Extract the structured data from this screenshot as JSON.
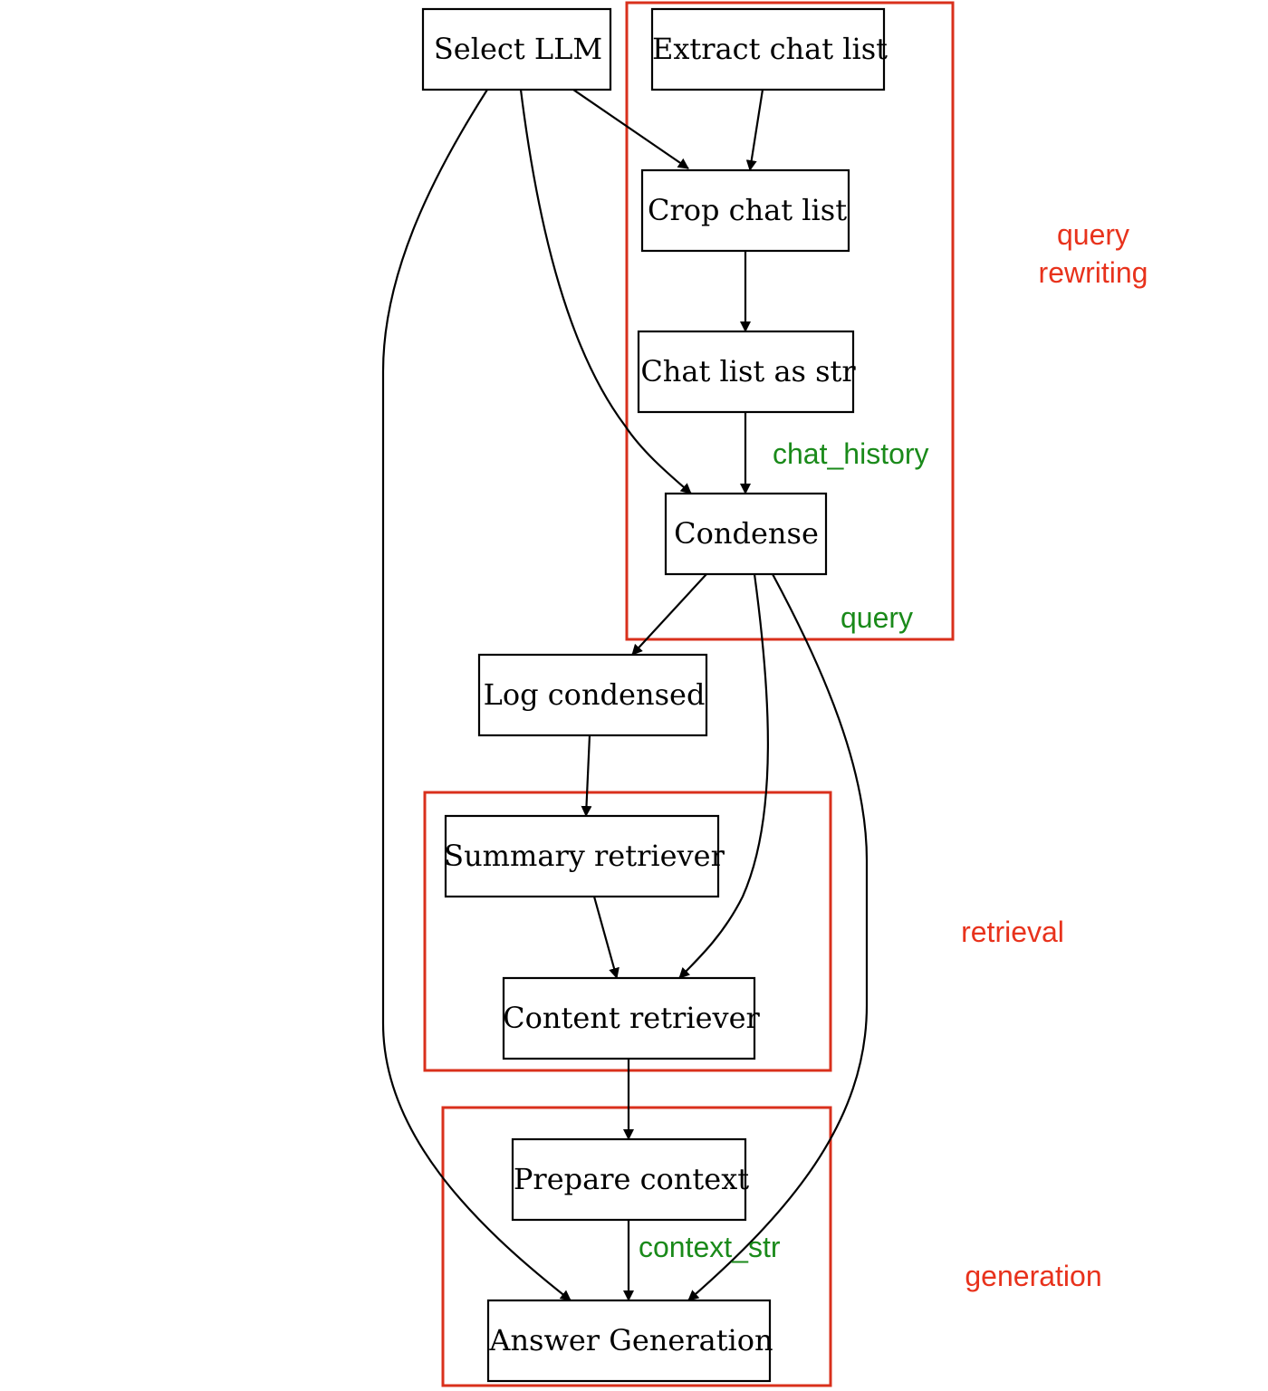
{
  "nodes": {
    "select_llm": "Select LLM",
    "extract_chat_list": "Extract chat list",
    "crop_chat_list": "Crop chat list",
    "chat_list_as_str": "Chat list as str",
    "condense": "Condense",
    "log_condensed": "Log condensed",
    "summary_retriever": "Summary retriever",
    "content_retriever": "Content retriever",
    "prepare_context": "Prepare context",
    "answer_generation": "Answer Generation"
  },
  "groups": {
    "query_rewriting": [
      "query",
      "rewriting"
    ],
    "retrieval": "retrieval",
    "generation": "generation"
  },
  "edge_labels": {
    "chat_history": "chat_history",
    "query": "query",
    "context_str": "context_str"
  },
  "colors": {
    "group_border": "#d9301c",
    "group_label": "#e8321c",
    "edge_label": "#1a8a1a",
    "node_border": "#000000"
  },
  "edges": [
    [
      "select_llm",
      "crop_chat_list"
    ],
    [
      "select_llm",
      "condense"
    ],
    [
      "select_llm",
      "answer_generation"
    ],
    [
      "extract_chat_list",
      "crop_chat_list"
    ],
    [
      "crop_chat_list",
      "chat_list_as_str"
    ],
    [
      "chat_list_as_str",
      "condense"
    ],
    [
      "condense",
      "log_condensed"
    ],
    [
      "condense",
      "content_retriever"
    ],
    [
      "condense",
      "answer_generation"
    ],
    [
      "log_condensed",
      "summary_retriever"
    ],
    [
      "summary_retriever",
      "content_retriever"
    ],
    [
      "content_retriever",
      "prepare_context"
    ],
    [
      "prepare_context",
      "answer_generation"
    ]
  ]
}
